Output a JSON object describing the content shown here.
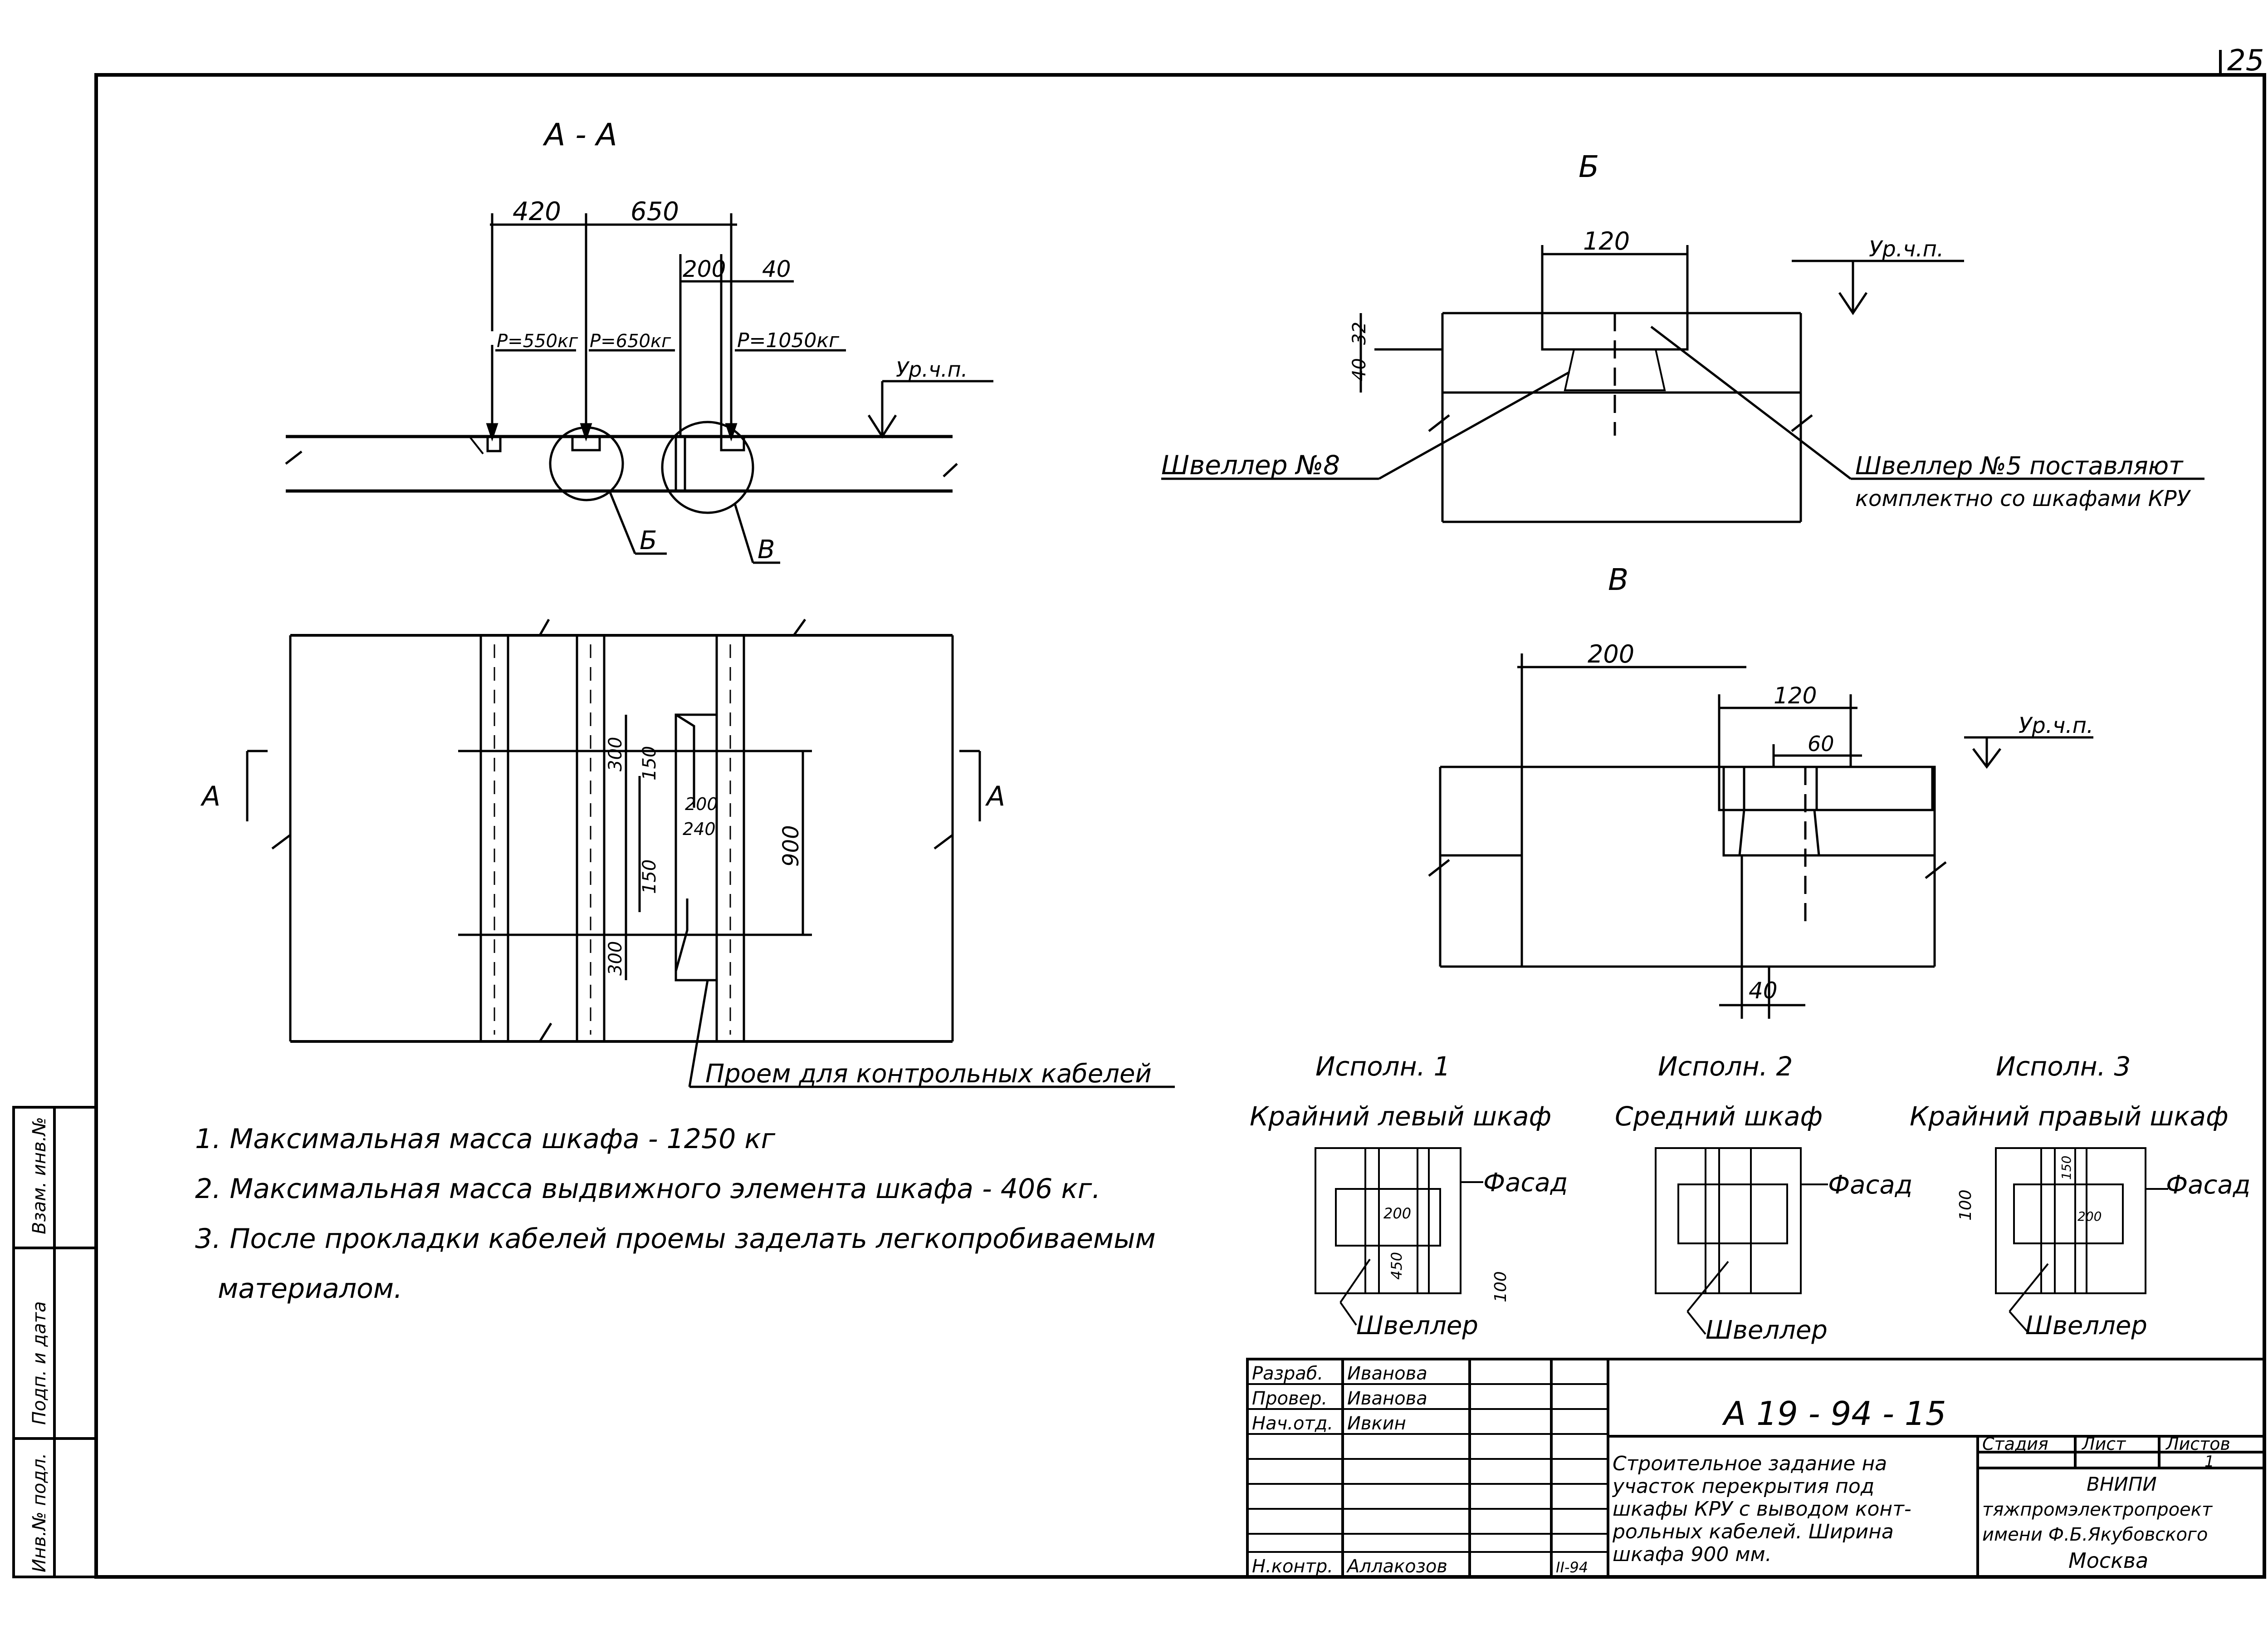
{
  "sheet_number": "25",
  "sections": {
    "aa": {
      "title": "А - А",
      "dims": [
        "420",
        "650",
        "200",
        "40"
      ],
      "loads": [
        "P=550кг",
        "P=650кг",
        "P=1050кг"
      ],
      "level": "Ур.ч.п.",
      "callouts": [
        "Б",
        "В"
      ]
    },
    "plan": {
      "cut_left": "А",
      "cut_right": "А",
      "dims": [
        "300",
        "150",
        "200",
        "240",
        "900",
        "150",
        "300"
      ],
      "opening_label": "Проем для контрольных кабелей"
    },
    "b": {
      "title": "Б",
      "dims": [
        "120",
        "32",
        "40"
      ],
      "level": "Ур.ч.п.",
      "channel_left": "Швеллер №8",
      "channel_right_line1": "Швеллер №5 поставляют",
      "channel_right_line2": "комплектно со шкафами КРУ"
    },
    "v": {
      "title": "В",
      "dims": [
        "200",
        "120",
        "60",
        "40"
      ],
      "level": "Ур.ч.п."
    }
  },
  "variants": [
    {
      "title": "Исполн. 1",
      "subtitle": "Крайний левый шкаф",
      "facade": "Фасад",
      "channel": "Швеллер",
      "dims": [
        "200",
        "450",
        "100"
      ]
    },
    {
      "title": "Исполн. 2",
      "subtitle": "Средний шкаф",
      "facade": "Фасад",
      "channel": "Швеллер",
      "dims": []
    },
    {
      "title": "Исполн. 3",
      "subtitle": "Крайний правый шкаф",
      "facade": "Фасад",
      "channel": "Швеллер",
      "dims": [
        "100",
        "150",
        "200"
      ]
    }
  ],
  "notes": [
    "1. Максимальная масса шкафа - 1250 кг",
    "2. Максимальная масса выдвижного элемента шкафа - 406 кг.",
    "3. После прокладки кабелей проемы заделать легкопробиваемым",
    "материалом."
  ],
  "side_stamp": [
    "Взам. инв.№",
    "Подп. и дата",
    "Инв.№ подл."
  ],
  "title_block": {
    "signatures": [
      {
        "role": "Разраб.",
        "name": "Иванова"
      },
      {
        "role": "Провер.",
        "name": "Иванова"
      },
      {
        "role": "Нач.отд.",
        "name": "Ивкин"
      },
      {
        "role": "Н.контр.",
        "name": "Аллакозов",
        "date": "II-94"
      }
    ],
    "doc_code": "А 19 - 94 - 15",
    "description": [
      "Строительное задание на",
      "участок перекрытия под",
      "шкафы КРУ с выводом конт-",
      "рольных кабелей. Ширина",
      "шкафа 900 мм."
    ],
    "stage_label": "Стадия",
    "sheet_label": "Лист",
    "sheets_label": "Листов",
    "sheets_value": "1",
    "org": [
      "ВНИПИ",
      "тяжпромэлектропроект",
      "имени Ф.Б.Якубовского",
      "Москва"
    ]
  }
}
